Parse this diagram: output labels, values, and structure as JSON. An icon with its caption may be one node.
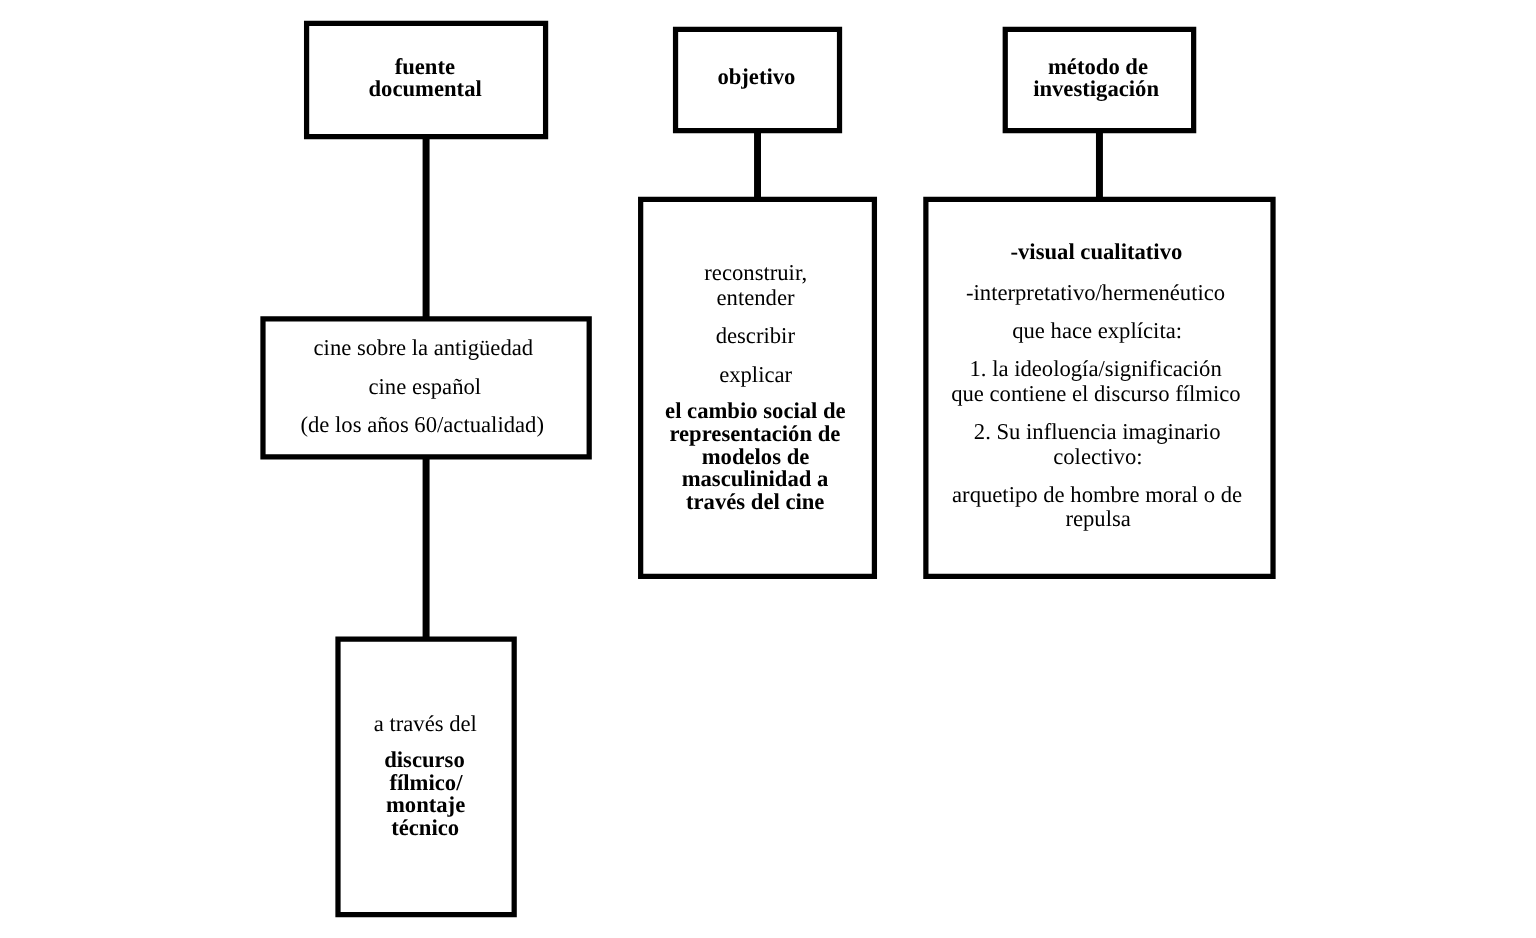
{
  "diagram": {
    "nodes": [
      {
        "text": [
          "fuente documental"
        ]
      },
      {
        "text": [
          "cine sobre la antigüedad",
          "cine español",
          "(de los años 60/actualidad)"
        ]
      },
      {
        "text": [
          "a través del",
          "discurso fílmico/ montaje técnico"
        ]
      },
      {
        "text": [
          "objetivo"
        ]
      },
      {
        "text": [
          "reconstruir, entender",
          "describir",
          "explicar",
          "el cambio social de representación de modelos de masculinidad a través del cine"
        ]
      },
      {
        "text": [
          "método de investigación"
        ]
      },
      {
        "text": [
          "-visual cualitativo",
          "-interpretativo/hermenéutico",
          "que hace explícita:",
          "1. la ideología/significación que contiene el discurso fílmico",
          "2. Su influencia imaginario colectivo:",
          "arquetipo de hombre moral o de repulsa"
        ]
      }
    ],
    "edges": [
      {
        "from": 0,
        "to": 1,
        "arrow": "none"
      },
      {
        "from": 1,
        "to": 2,
        "arrow": "none"
      },
      {
        "from": 3,
        "to": 4,
        "arrow": "none"
      },
      {
        "from": 5,
        "to": 6,
        "arrow": "none"
      }
    ]
  }
}
